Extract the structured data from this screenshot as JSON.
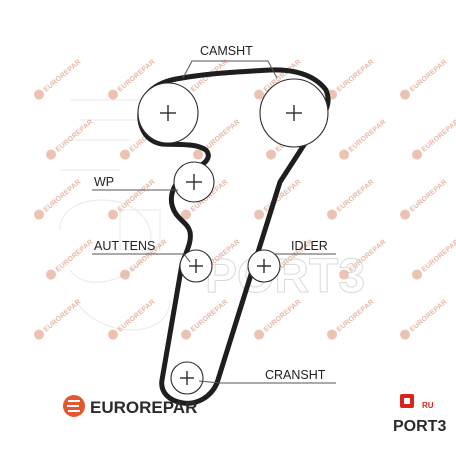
{
  "diagram": {
    "labels": {
      "camshaft": "CAMSHT",
      "water_pump": "WP",
      "auto_tensioner": "AUT TENS",
      "idler": "IDLER",
      "crankshaft": "CRANSHT"
    }
  },
  "watermark": {
    "text": "EUROREPAR",
    "ghost_brand": "PORT3"
  },
  "brand": {
    "eurorepar": "EUROREPAR",
    "port3": "PORT3",
    "port3_suffix": "RU",
    "primary_color": "#e4572e",
    "port3_color": "#d9241c"
  }
}
